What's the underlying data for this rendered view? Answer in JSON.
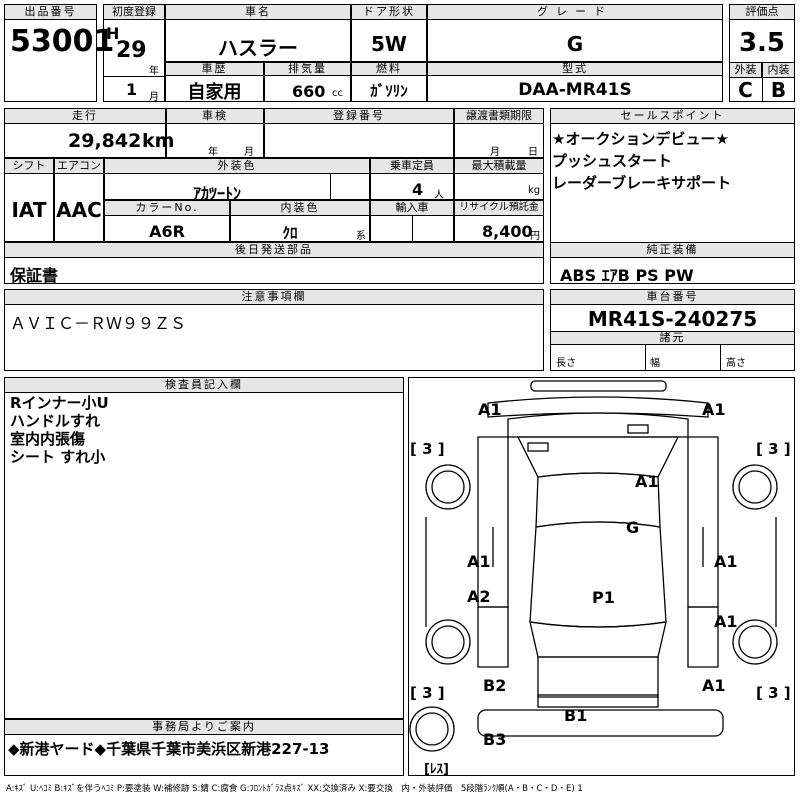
{
  "labels": {
    "lot_no": "出品番号",
    "first_reg": "初度登録",
    "car_name": "車名",
    "door": "ドア形状",
    "grade": "グレード",
    "score": "評価点",
    "history": "車歴",
    "displacement": "排気量",
    "fuel": "燃料",
    "model": "型式",
    "ext": "外装",
    "int": "内装",
    "mileage": "走行",
    "inspection": "車検",
    "reg_no": "登録番号",
    "transfer": "譲渡書類期限",
    "sales_point": "セールスポイント",
    "shift": "シフト",
    "aircon": "エアコン",
    "ext_color": "外装色",
    "capacity": "乗車定員",
    "max_load": "最大積載量",
    "color_no": "カラーNo.",
    "int_color": "内装色",
    "import": "輸入車",
    "recycle": "リサイクル預託金",
    "later_parts": "後日発送部品",
    "genuine": "純正装備",
    "notes": "注意事項欄",
    "chassis": "車台番号",
    "dims": "諸元",
    "inspector": "検査員記入欄",
    "office": "事務局よりご案内",
    "h_prefix": "H",
    "year_unit": "年",
    "month_unit": "月",
    "cc": "cc",
    "km": "km",
    "year_u": "年",
    "month_u": "月",
    "day_u": "日",
    "persons": "人",
    "kg": "kg",
    "kei": "系",
    "yen": "円",
    "length": "長さ",
    "width": "幅",
    "height": "高さ"
  },
  "values": {
    "lot_no": "53001",
    "year": "29",
    "month": "1",
    "car_name": "ハスラー",
    "door": "5W",
    "grade": "G",
    "score": "3.5",
    "history": "自家用",
    "displacement": "660",
    "fuel": "ｶﾞｿﾘﾝ",
    "model": "DAA-MR41S",
    "ext_score": "C",
    "int_score": "B",
    "mileage": "29,842",
    "shift": "IAT",
    "aircon": "AAC",
    "ext_color": "ｱｶﾂｰﾄﾝ",
    "capacity": "4",
    "color_no": "A6R",
    "int_color": "ｸﾛ",
    "recycle": "8,400",
    "later_parts": "保証書",
    "genuine": "ABS ｴｱB PS PW",
    "notes": "ＡＶＩＣ－ＲＷ９９ＺＳ",
    "chassis": "MR41S-240275"
  },
  "sales_points": [
    "★オークションデビュー★",
    "プッシュスタート",
    "レーダーブレーキサポート"
  ],
  "inspector_notes": [
    "Rインナー小U",
    "ハンドルすれ",
    "室内内張傷",
    "シート すれ小"
  ],
  "office_notice": "◆新港ヤード◆千葉県千葉市美浜区新港227-13",
  "legend": "A:ｷｽﾞ U:ﾍｺﾐ B:ｷｽﾞを伴うﾍｺﾐ P:要塗装 W:補修跡 S:錆 C:腐食 G:ﾌﾛﾝﾄｶﾞﾗｽ点ｷｽﾞ XX:交換済み X:要交換　内・外装評価　5段階ﾗﾝｸ順(A・B・C・D・E) 1",
  "diagram": {
    "marks": [
      "A1",
      "A1",
      "A1",
      "G",
      "A1",
      "A1",
      "A2",
      "P1",
      "A1",
      "B2",
      "A1",
      "B1",
      "B3"
    ],
    "tires": [
      "[ 3 ]",
      "[ 3 ]",
      "[ 3 ]",
      "[ 3 ]"
    ],
    "spare": "[ﾚｽ]"
  }
}
